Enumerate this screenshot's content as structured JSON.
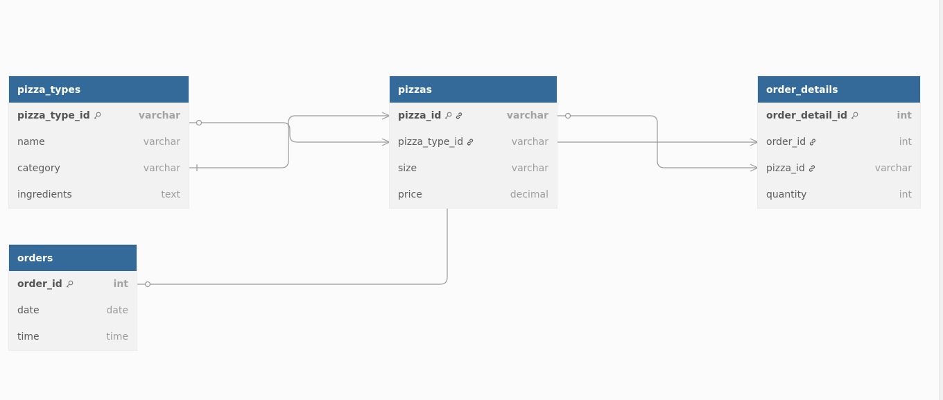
{
  "tables": {
    "pizza_types": {
      "title": "pizza_types",
      "rows": [
        {
          "name": "pizza_type_id",
          "type": "varchar"
        },
        {
          "name": "name",
          "type": "varchar"
        },
        {
          "name": "category",
          "type": "varchar"
        },
        {
          "name": "ingredients",
          "type": "text"
        }
      ]
    },
    "pizzas": {
      "title": "pizzas",
      "rows": [
        {
          "name": "pizza_id",
          "type": "varchar"
        },
        {
          "name": "pizza_type_id",
          "type": "varchar"
        },
        {
          "name": "size",
          "type": "varchar"
        },
        {
          "name": "price",
          "type": "decimal"
        }
      ]
    },
    "order_details": {
      "title": "order_details",
      "rows": [
        {
          "name": "order_detail_id",
          "type": "int"
        },
        {
          "name": "order_id",
          "type": "int"
        },
        {
          "name": "pizza_id",
          "type": "varchar"
        },
        {
          "name": "quantity",
          "type": "int"
        }
      ]
    },
    "orders": {
      "title": "orders",
      "rows": [
        {
          "name": "order_id",
          "type": "int"
        },
        {
          "name": "date",
          "type": "date"
        },
        {
          "name": "time",
          "type": "time"
        }
      ]
    }
  },
  "icons": {
    "primary_key": "key-icon",
    "foreign_key": "link-icon"
  },
  "colors": {
    "header": "#336a99",
    "header_text": "#ffffff",
    "body": "#f2f2f2",
    "line": "#9a9a9a"
  }
}
